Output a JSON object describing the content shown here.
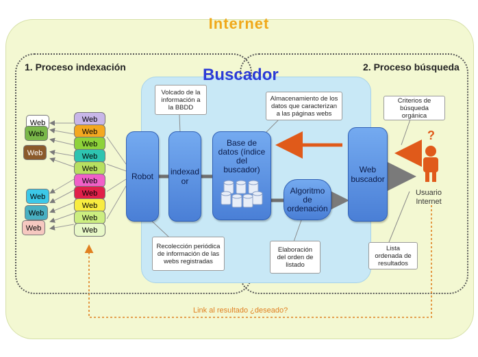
{
  "title": "Internet",
  "section_indexing": "1. Proceso indexación",
  "section_search": "2. Proceso búsqueda",
  "buscador": "Buscador",
  "boxes": {
    "robot": "Robot",
    "indexador": "indexad or",
    "base_datos": "Base de datos (índice del buscador)",
    "algoritmo": "Algoritmo de ordenación",
    "web_buscador": "Web buscador"
  },
  "callouts": {
    "volcado": "Volcado de la información a la BBDD",
    "recoleccion": "Recolección periódica de información de las webs registradas",
    "almacenamiento": "Almacenamiento de los datos que caracterizan a las páginas webs",
    "elaboracion": "Elaboración del orden de listado",
    "criterios": "Criterios de búsqueda orgánica",
    "lista": "Lista ordenada de resultados"
  },
  "user": {
    "line1": "Usuario",
    "line2": "Internet",
    "question": "?"
  },
  "link_text": "Link al resultado ¿deseado?",
  "web_label": "Web",
  "colors": {
    "accent_orange": "#f0a81a",
    "arrow_red": "#e05a1a",
    "buscador_title": "#2b3ad6",
    "box_blue": "#5a8ee2"
  }
}
